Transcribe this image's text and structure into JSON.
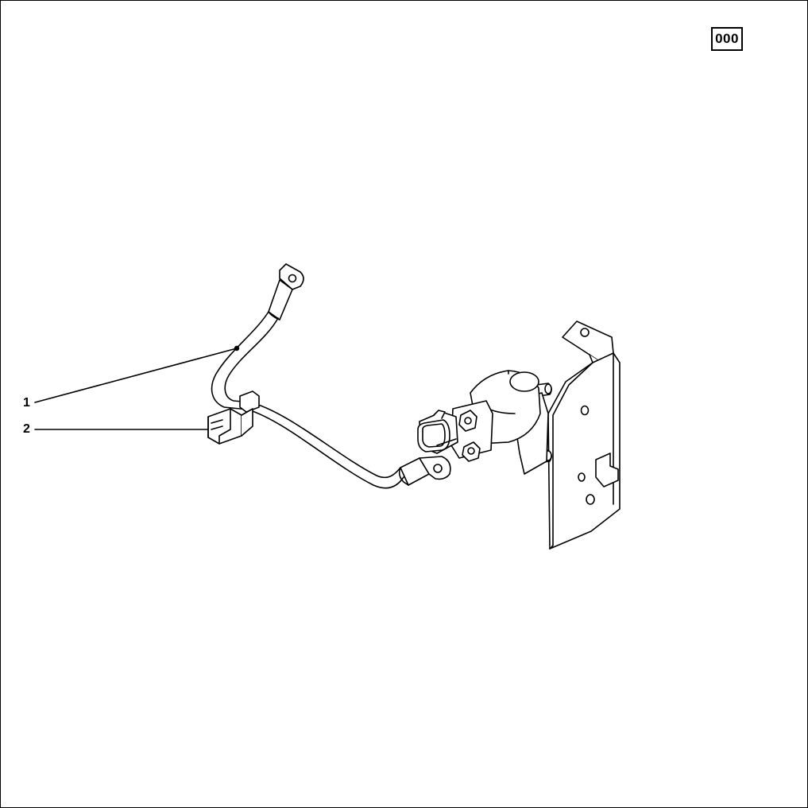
{
  "page_code": "000",
  "callouts": [
    {
      "number": "1"
    },
    {
      "number": "2"
    }
  ]
}
